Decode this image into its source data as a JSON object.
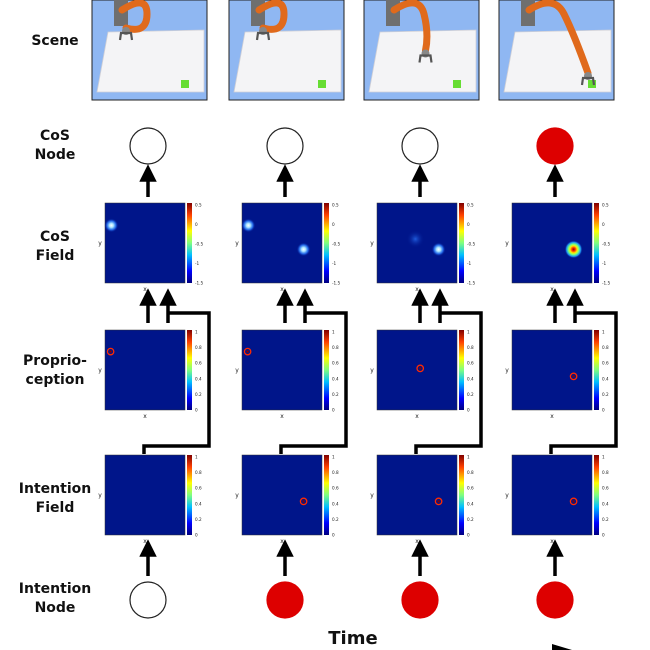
{
  "rows": {
    "scene": {
      "lines": [
        "Scene"
      ]
    },
    "cos_node": {
      "lines": [
        "CoS",
        "Node"
      ]
    },
    "cos_field": {
      "lines": [
        "CoS",
        "Field"
      ]
    },
    "proprio": {
      "lines": [
        "Proprio-",
        "ception"
      ]
    },
    "intention_f": {
      "lines": [
        "Intention",
        "Field"
      ]
    },
    "intention_n": {
      "lines": [
        "Intention",
        "Node"
      ]
    }
  },
  "time_label": "Time",
  "axis": {
    "x": "x",
    "y": "y"
  },
  "colorbars": {
    "cos_field_ticks": [
      "0.5",
      "0",
      "-0.5",
      "-1",
      "-1.5"
    ],
    "activation_ticks": [
      "1",
      "0.8",
      "0.6",
      "0.4",
      "0.2",
      "0"
    ]
  },
  "colors": {
    "field_bg": "#00158a",
    "node_active": "#dd0000",
    "node_inactive": "#ffffff",
    "scene_sky": "#8fb7f2",
    "arm_orange": "#e06a1c",
    "target_green": "#66dd33",
    "arrow": "#000000"
  },
  "columns": [
    {
      "cos_node_active": false,
      "intention_node_active": false,
      "arm_reach": 0,
      "cos_field_blobs": [
        {
          "fx": 0.08,
          "fy": 0.28,
          "kind": "blue"
        }
      ],
      "proprio_marker": {
        "fx": 0.07,
        "fy": 0.27
      },
      "intention_marker": null
    },
    {
      "cos_node_active": false,
      "intention_node_active": true,
      "arm_reach": 0,
      "cos_field_blobs": [
        {
          "fx": 0.08,
          "fy": 0.28,
          "kind": "blue"
        },
        {
          "fx": 0.77,
          "fy": 0.58,
          "kind": "blue"
        }
      ],
      "proprio_marker": {
        "fx": 0.07,
        "fy": 0.27
      },
      "intention_marker": {
        "fx": 0.77,
        "fy": 0.58
      }
    },
    {
      "cos_node_active": false,
      "intention_node_active": true,
      "arm_reach": 0.5,
      "cos_field_blobs": [
        {
          "fx": 0.48,
          "fy": 0.45,
          "kind": "faint"
        },
        {
          "fx": 0.77,
          "fy": 0.58,
          "kind": "blue"
        }
      ],
      "proprio_marker": {
        "fx": 0.54,
        "fy": 0.48
      },
      "intention_marker": {
        "fx": 0.77,
        "fy": 0.58
      }
    },
    {
      "cos_node_active": true,
      "intention_node_active": true,
      "arm_reach": 1,
      "cos_field_blobs": [
        {
          "fx": 0.77,
          "fy": 0.58,
          "kind": "hot"
        }
      ],
      "proprio_marker": {
        "fx": 0.77,
        "fy": 0.58
      },
      "intention_marker": {
        "fx": 0.77,
        "fy": 0.58
      }
    }
  ]
}
